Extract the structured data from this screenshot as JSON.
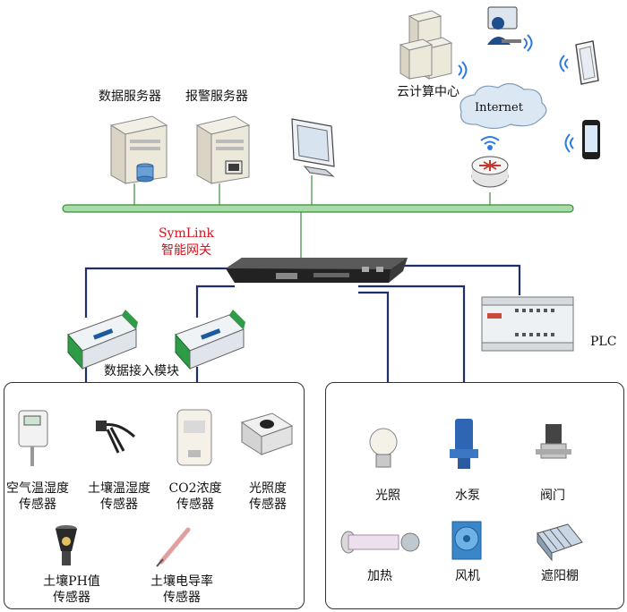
{
  "servers": {
    "data_server": "数据服务器",
    "alarm_server": "报警服务器"
  },
  "cloud": {
    "label": "云计算中心",
    "internet": "Internet"
  },
  "gateway": {
    "brand": "SymLink",
    "name": "智能网关"
  },
  "plc": {
    "label": "PLC"
  },
  "module": {
    "label": "数据接入模块"
  },
  "sensors": [
    {
      "label": "空气温湿度\n传感器"
    },
    {
      "label": "土壤温湿度\n传感器"
    },
    {
      "label": "CO2浓度\n传感器"
    },
    {
      "label": "光照度\n传感器"
    },
    {
      "label": "土壤PH值\n传感器"
    },
    {
      "label": "土壤电导率\n传感器"
    }
  ],
  "actuators": [
    {
      "label": "光照"
    },
    {
      "label": "水泵"
    },
    {
      "label": "阀门"
    },
    {
      "label": "加热"
    },
    {
      "label": "风机"
    },
    {
      "label": "遮阳棚"
    }
  ],
  "colors": {
    "bus": "#8fd08f",
    "link": "#1e2d6b",
    "gateway_text": "#d6111b"
  }
}
